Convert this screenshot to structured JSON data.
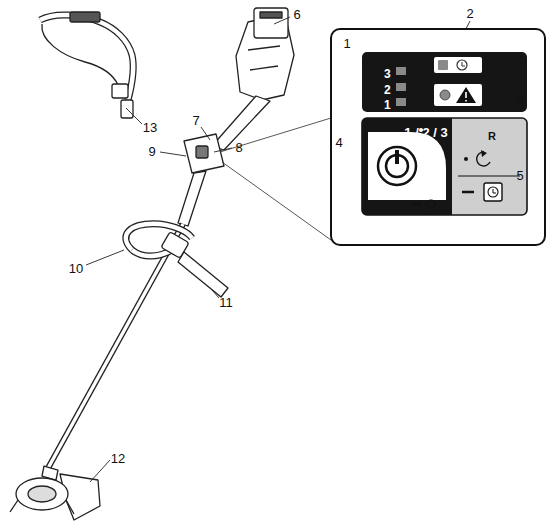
{
  "diagram": {
    "nodes": [
      {
        "text": [
          "3",
          "2",
          "1",
          "1 / 2 / 3",
          "R"
        ]
      }
    ],
    "labels": [
      "6",
      "13",
      "7",
      "9",
      "8",
      "10",
      "11",
      "12",
      "1",
      "2",
      "3",
      "4",
      "5"
    ]
  }
}
